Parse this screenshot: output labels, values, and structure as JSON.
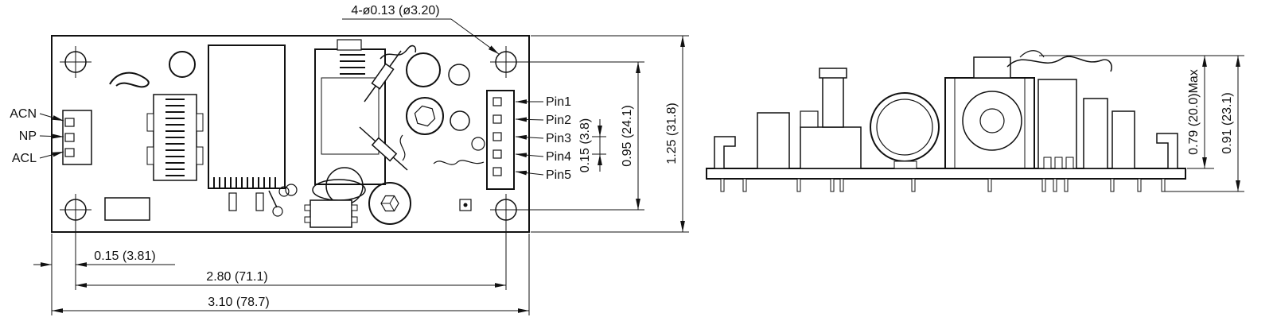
{
  "colors": {
    "ink": "#111111",
    "background": "#ffffff"
  },
  "top_view": {
    "hole_callout": "4-ø0.13 (ø3.20)",
    "input_pins": [
      "ACN",
      "NP",
      "ACL"
    ],
    "output_pins": [
      "Pin1",
      "Pin2",
      "Pin3",
      "Pin4",
      "Pin5"
    ],
    "dim_pin_pitch": "0.15 (3.8)",
    "dim_hole_span_vertical": "0.95 (24.1)",
    "dim_board_height": "1.25 (31.8)",
    "dim_hole_offset": "0.15 (3.81)",
    "dim_hole_span_horizontal": "2.80 (71.1)",
    "dim_board_width": "3.10 (78.7)"
  },
  "side_view": {
    "dim_component_height": "0.79 (20.0)Max",
    "dim_overall_height": "0.91 (23.1)"
  }
}
